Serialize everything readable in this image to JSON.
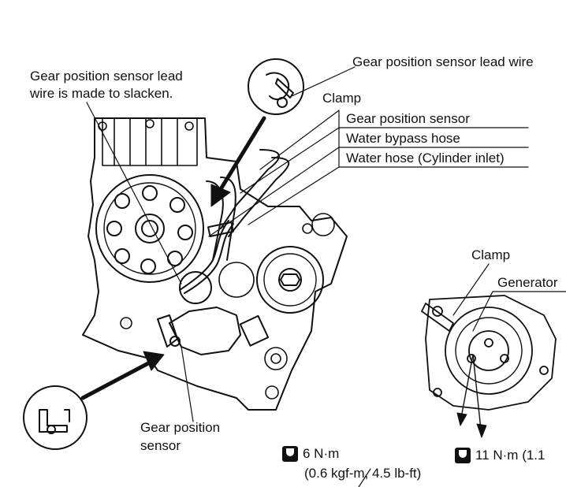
{
  "labels": {
    "lead_wire_top": "Gear position sensor lead wire",
    "slack_line1": "Gear position sensor lead",
    "slack_line2": "wire is made to slacken.",
    "clamp_top": "Clamp",
    "table": [
      "Gear position sensor",
      "Water bypass hose",
      "Water hose (Cylinder inlet)"
    ],
    "clamp_right": "Clamp",
    "generator": "Generator",
    "gps_line1": "Gear position",
    "gps_line2": "sensor"
  },
  "torques": [
    {
      "value": "6 N·m",
      "detail": "(0.6 kgf-m, 4.5 lb-ft)"
    },
    {
      "value": "11 N·m (1.1"
    }
  ],
  "colors": {
    "ink": "#111111",
    "paper": "#ffffff"
  }
}
